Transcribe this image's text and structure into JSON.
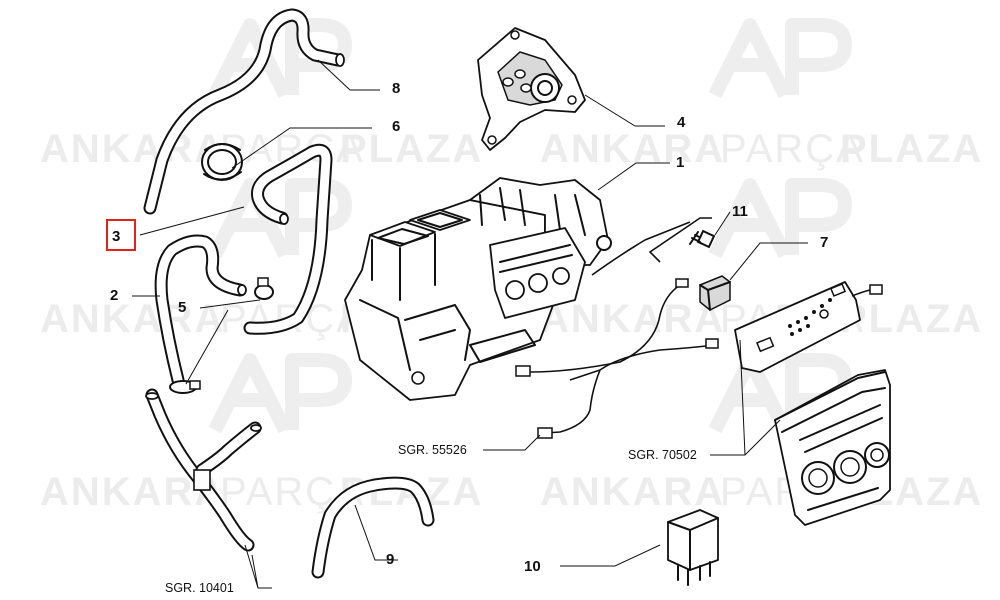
{
  "watermark": {
    "brand_left": "ANKARA",
    "brand_mid": "PARÇA",
    "brand_right": "PLAZA",
    "logo_text": "AP"
  },
  "callouts": {
    "c1": "1",
    "c2": "2",
    "c3": "3",
    "c4": "4",
    "c5": "5",
    "c6": "6",
    "c7": "7",
    "c8": "8",
    "c9": "9",
    "c10": "10",
    "c11": "11"
  },
  "references": {
    "r55526": "SGR. 55526",
    "r70502": "SGR. 70502",
    "r10401": "SGR. 10401"
  },
  "highlight": {
    "color": "#e2231a",
    "target": "3"
  },
  "colors": {
    "line": "#111111",
    "watermark": "#ececec"
  }
}
